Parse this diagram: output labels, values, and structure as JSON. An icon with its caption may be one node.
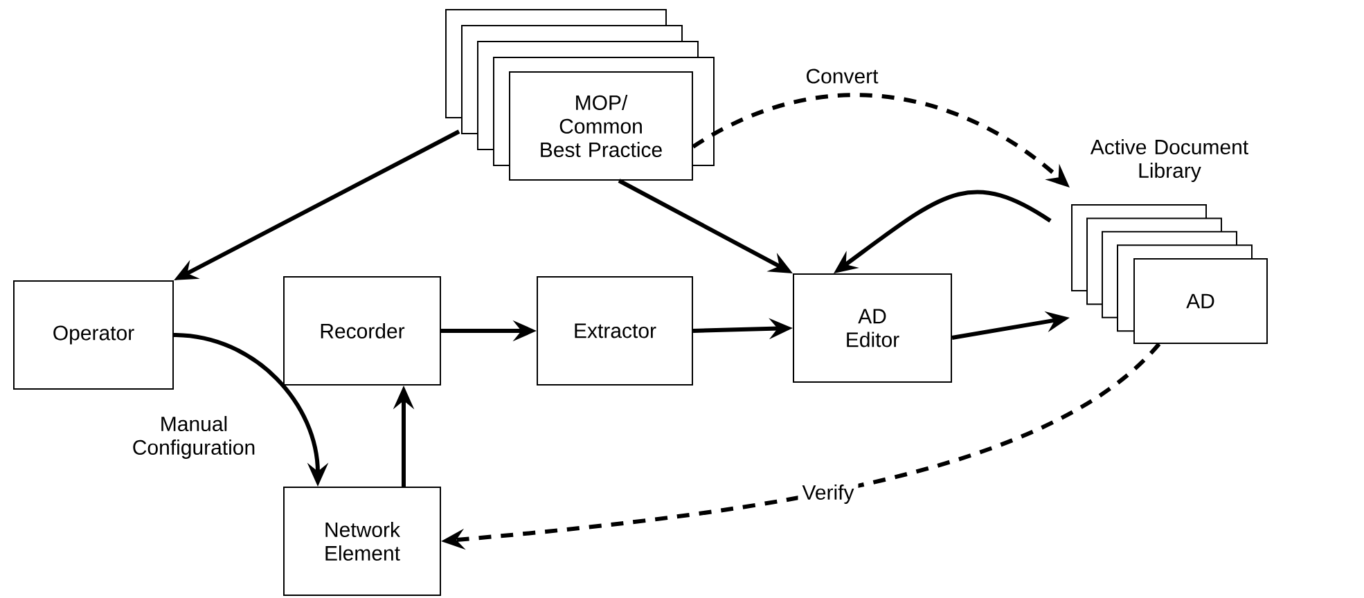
{
  "diagram": {
    "nodes": [
      {
        "text": [
          "MOP/ Common Best Practice"
        ]
      },
      {
        "text": [
          "Operator"
        ]
      },
      {
        "text": [
          "Recorder"
        ]
      },
      {
        "text": [
          "Extractor"
        ]
      },
      {
        "text": [
          "AD Editor"
        ]
      },
      {
        "text": [
          "Active Document Library",
          "AD"
        ]
      },
      {
        "text": [
          "Network Element"
        ]
      }
    ],
    "edges": [
      {
        "from": 0,
        "to": 1,
        "arrow": "to"
      },
      {
        "from": 0,
        "to": 4,
        "arrow": "to"
      },
      {
        "from": 0,
        "to": 5,
        "arrow": "to",
        "label": "Convert",
        "style": "dashed"
      },
      {
        "from": 1,
        "to": 6,
        "arrow": "to",
        "label": "Manual Configuration"
      },
      {
        "from": 2,
        "to": 3,
        "arrow": "to"
      },
      {
        "from": 3,
        "to": 4,
        "arrow": "to"
      },
      {
        "from": 4,
        "to": 5,
        "arrow": "to"
      },
      {
        "from": 5,
        "to": 4,
        "arrow": "to"
      },
      {
        "from": 6,
        "to": 2,
        "arrow": "to"
      },
      {
        "from": 5,
        "to": 6,
        "arrow": "to",
        "label": "Verify",
        "style": "dashed"
      }
    ]
  }
}
